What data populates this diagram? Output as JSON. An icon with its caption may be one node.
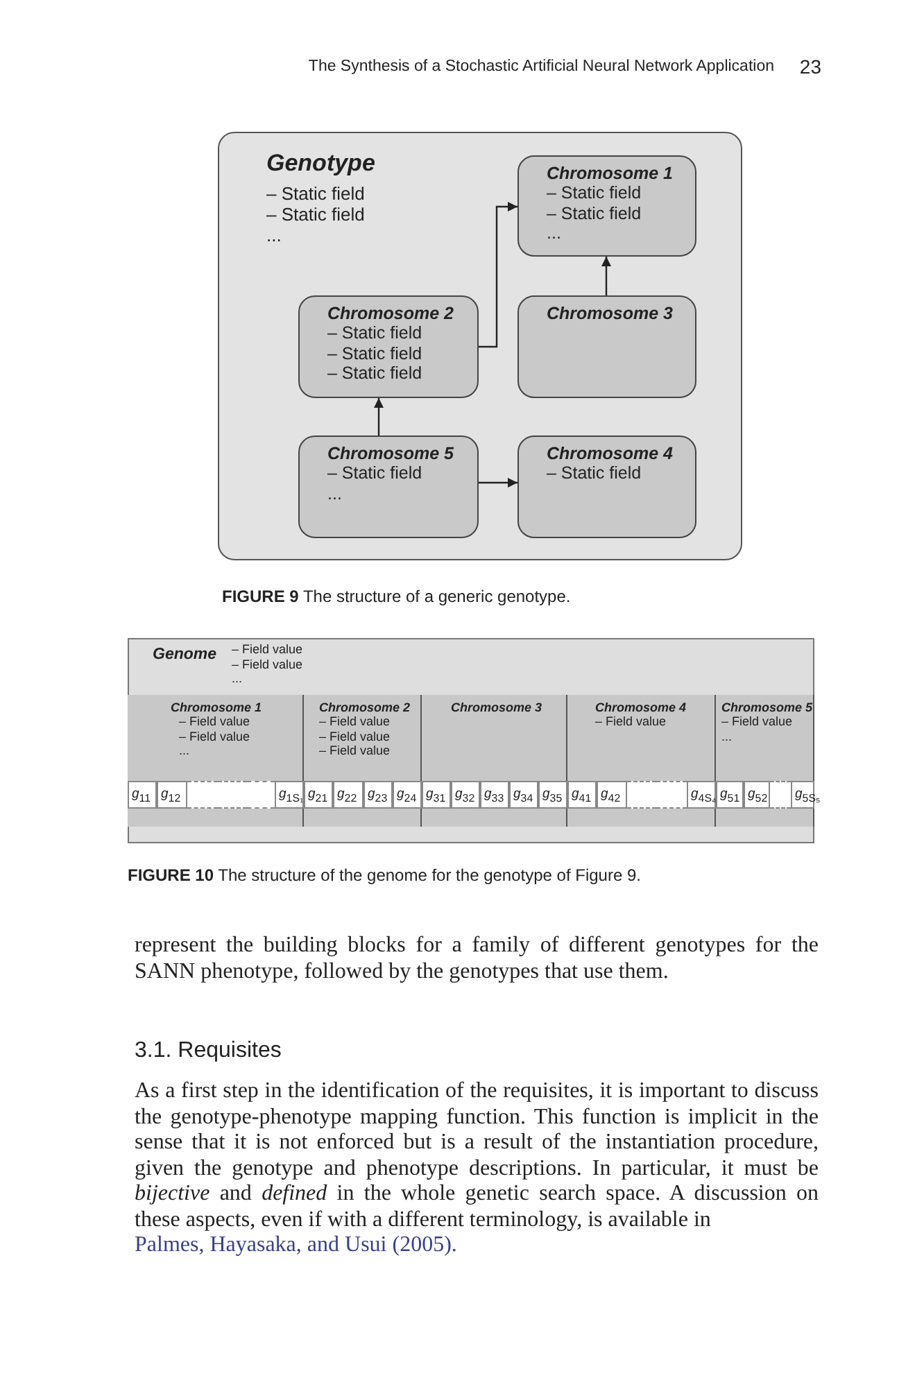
{
  "diagram": {
    "nodes": [
      {
        "text": [
          "Genotype",
          "– Static field",
          "– Static field",
          "..."
        ]
      },
      {
        "text": [
          "Chromosome 1",
          "– Static field",
          "– Static field",
          "..."
        ],
        "in": 0
      },
      {
        "text": [
          "Chromosome 2",
          "– Static field",
          "– Static field",
          "– Static field"
        ],
        "in": 0
      },
      {
        "text": [
          "Chromosome 3"
        ],
        "in": 0
      },
      {
        "text": [
          "Chromosome 5",
          "– Static field",
          "..."
        ],
        "in": 0
      },
      {
        "text": [
          "Chromosome 4",
          "– Static field"
        ],
        "in": 0
      },
      {
        "text": [
          "Genome",
          "– Field value",
          "– Field value",
          "..."
        ]
      },
      {
        "text": [
          "Chromosome 1",
          "– Field value",
          "– Field value",
          "..."
        ],
        "in": 6
      },
      {
        "text": [
          "Chromosome 2",
          "– Field value",
          "– Field value",
          "– Field value"
        ],
        "in": 6
      },
      {
        "text": [
          "Chromosome 3"
        ],
        "in": 6
      },
      {
        "text": [
          "Chromosome 4",
          "– Field value"
        ],
        "in": 6
      },
      {
        "text": [
          "Chromosome 5",
          "– Field value",
          "..."
        ],
        "in": 6
      },
      {
        "text": [
          "*g*$_{11}$"
        ],
        "in": 7
      },
      {
        "text": [
          "*g*$_{12}$"
        ],
        "in": 7
      },
      {
        "text": [],
        "shape": "box",
        "in": 7
      },
      {
        "text": [],
        "shape": "box",
        "in": 7
      },
      {
        "text": [],
        "shape": "box",
        "in": 7
      },
      {
        "text": [
          "*g*$_{1S₁}$"
        ],
        "in": 7
      },
      {
        "text": [
          "*g*$_{21}$"
        ],
        "in": 8
      },
      {
        "text": [
          "*g*$_{22}$"
        ],
        "in": 8
      },
      {
        "text": [
          "*g*$_{23}$"
        ],
        "in": 8
      },
      {
        "text": [
          "*g*$_{24}$"
        ],
        "in": 8
      },
      {
        "text": [
          "*g*$_{31}$"
        ],
        "in": 9
      },
      {
        "text": [
          "*g*$_{32}$"
        ],
        "in": 9
      },
      {
        "text": [
          "*g*$_{33}$"
        ],
        "in": 9
      },
      {
        "text": [
          "*g*$_{34}$"
        ],
        "in": 9
      },
      {
        "text": [
          "*g*$_{35}$"
        ],
        "in": 9
      },
      {
        "text": [
          "*g*$_{41}$"
        ],
        "in": 10
      },
      {
        "text": [
          "*g*$_{42}$"
        ],
        "in": 10
      },
      {
        "text": [],
        "shape": "box",
        "in": 10
      },
      {
        "text": [],
        "shape": "box",
        "in": 10
      },
      {
        "text": [
          "*g*$_{4S₄}$"
        ],
        "in": 10
      },
      {
        "text": [
          "*g*$_{51}$"
        ],
        "in": 11
      },
      {
        "text": [
          "*g*$_{52}$"
        ],
        "in": 11
      },
      {
        "text": [],
        "shape": "box",
        "in": 11
      },
      {
        "text": [
          "*g*$_{5S₅}$"
        ],
        "in": 11
      }
    ],
    "edges": [
      {
        "from": 2,
        "to": 1,
        "arrow": "to"
      },
      {
        "from": 3,
        "to": 1,
        "arrow": "to"
      },
      {
        "from": 4,
        "to": 2,
        "arrow": "to"
      },
      {
        "from": 4,
        "to": 5,
        "arrow": "to"
      }
    ],
    "labels": [
      "The Synthesis of a Stochastic Artificial Neural Network Application",
      "23",
      "**FIGURE 9** The structure of a generic genotype.",
      "**FIGURE 10** The structure of the genome for the genotype of Figure 9.",
      "represent the building blocks for a family of different genotypes for the SANN phenotype, followed by the genotypes that use them.",
      "3.1. Requisites",
      "As a first step in the identification of the requisites, it is important to discuss the genotype-phenotype mapping function. This function is implicit in the sense that it is not enforced but is a result of the instantiation procedure, given the genotype and phenotype descriptions. In particular, it must be *bijective* and *defined* in the whole genetic search space. A discussion on these aspects, even if with a different terminology, is available in",
      "Palmes, Hayasaka, and Usui (2005)."
    ]
  }
}
